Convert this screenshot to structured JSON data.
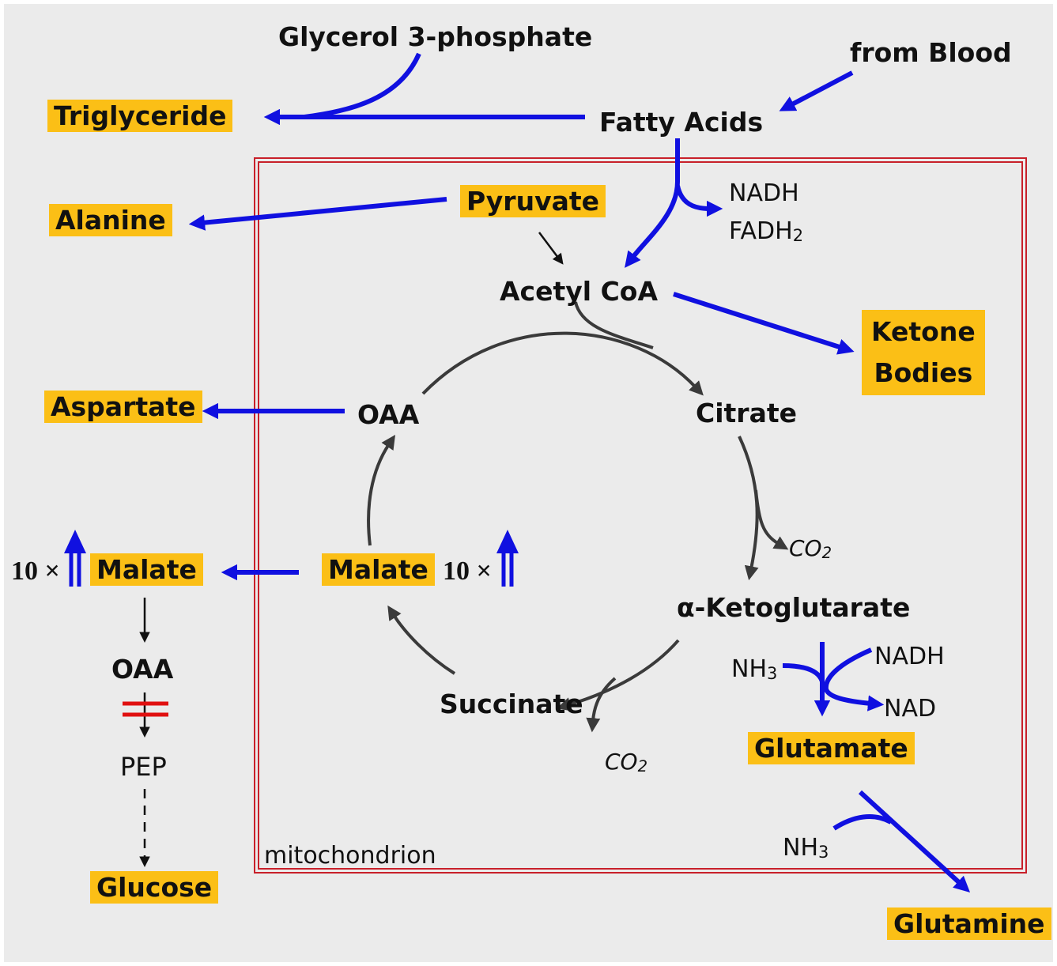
{
  "labels": {
    "glycerol": "Glycerol 3-phosphate",
    "from_blood": "from Blood",
    "triglyceride": "Triglyceride",
    "fatty_acids": "Fatty Acids",
    "alanine": "Alanine",
    "pyruvate": "Pyruvate",
    "nadh_top": "NADH",
    "fadh_base": "FADH",
    "sub_2": "2",
    "acetyl_coa": "Acetyl CoA",
    "ketone_line1": "Ketone",
    "ketone_line2": "Bodies",
    "aspartate": "Aspartate",
    "oaa_cycle": "OAA",
    "citrate": "Citrate",
    "co2_base": "CO",
    "ten_times": "10 ×",
    "malate_out": "Malate",
    "malate_in": "Malate",
    "akg": "α-Ketoglutarate",
    "nh3_base": "NH",
    "sub_3": "3",
    "nadh_glu": "NADH",
    "nad": "NAD",
    "succinate": "Succinate",
    "glutamate": "Glutamate",
    "oaa_cyto": "OAA",
    "pep": "PEP",
    "glucose": "Glucose",
    "mitochondrion": "mitochondrion",
    "glutamine": "Glutamine"
  },
  "colors": {
    "highlight": "#fbbf16",
    "pathway_arrow": "#1010e0",
    "cycle_arrow": "#3a3a3a",
    "membrane": "#c8202a",
    "block": "#e01010",
    "background": "#ebebeb"
  }
}
